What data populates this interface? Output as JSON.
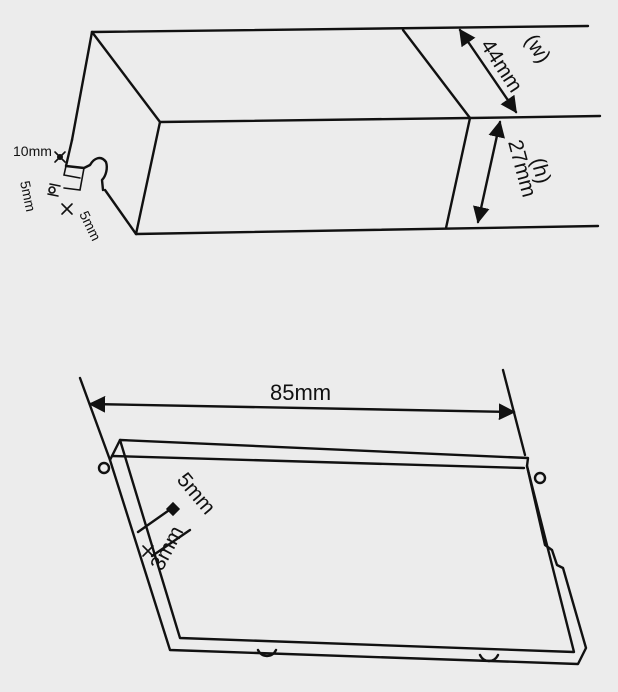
{
  "dimensions": {
    "width_label": "44mm",
    "width_tag": "(w)",
    "height_label": "27mm",
    "height_tag": "(h)",
    "flange_a": "10mm",
    "flange_b": "5mm",
    "flange_c": "5mm",
    "length_label": "85mm",
    "slot_a": "5mm",
    "slot_b": "3mm"
  },
  "colors": {
    "background": "#ececec",
    "line": "#111111"
  }
}
